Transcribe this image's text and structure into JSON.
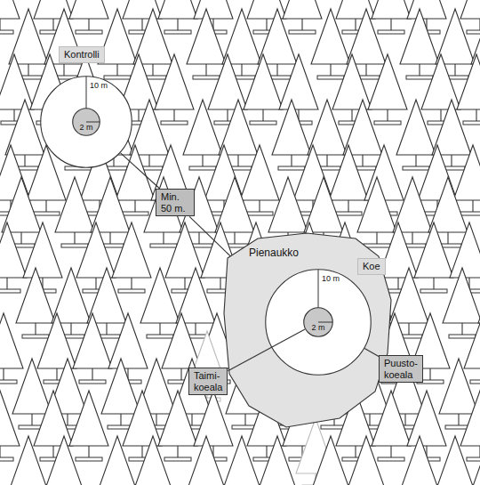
{
  "diagram": {
    "nodes": [
      {
        "text": [
          "Kontrolli"
        ]
      },
      {
        "text": [
          "10 m"
        ]
      },
      {
        "text": [
          "2 m"
        ],
        "in": 1
      },
      {
        "text": [
          "Min. 50 m."
        ]
      },
      {
        "text": [
          "Pienaukko"
        ]
      },
      {
        "text": [
          "10 m"
        ],
        "in": 4
      },
      {
        "text": [
          "2 m"
        ],
        "in": 5
      },
      {
        "text": [
          "Koe"
        ]
      },
      {
        "text": [
          "Taimi- koeala"
        ]
      },
      {
        "text": [
          "Puusto- koeala"
        ]
      }
    ],
    "edges": [
      {
        "from": 1,
        "to": 3,
        "arrow": "none"
      },
      {
        "from": 3,
        "to": 4,
        "arrow": "none"
      },
      {
        "from": 8,
        "to": 6,
        "arrow": "none"
      },
      {
        "from": 9,
        "to": 5,
        "arrow": "none"
      }
    ]
  }
}
